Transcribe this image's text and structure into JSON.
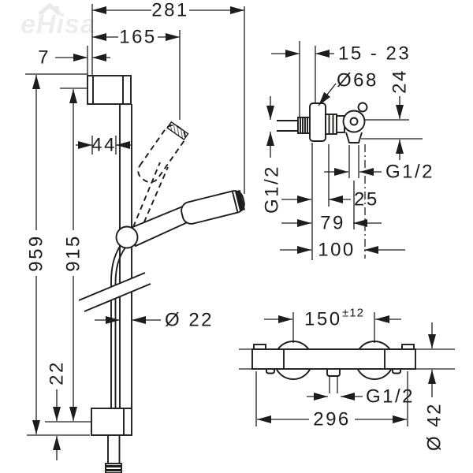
{
  "watermark": {
    "text": "eHisa"
  },
  "main": {
    "dim_top": "281",
    "dim_mid": "165",
    "dim_wall": "7",
    "dim_rail": "44",
    "dim_overall": "959",
    "dim_holes": "915",
    "dim_bottom": "22",
    "dim_diameter": "Ø 22"
  },
  "detail": {
    "dim_range": "15 - 23",
    "dim_flange": "Ø68",
    "dim_offset": "24",
    "thread_inlet": "G1/2",
    "thread_outlet": "G1/2",
    "dim_25": "25",
    "dim_79": "79",
    "dim_100": "100"
  },
  "mixer": {
    "dim_spacing": "150",
    "dim_tolerance": "±12",
    "thread_outlet": "G1/2",
    "dim_length": "296",
    "dim_diameter": "Ø 42"
  }
}
